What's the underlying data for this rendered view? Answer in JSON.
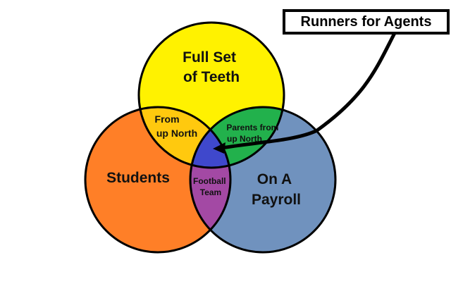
{
  "diagram": {
    "type": "venn-3",
    "sets": [
      {
        "id": "top",
        "label_lines": [
          "Full Set",
          "of Teeth"
        ],
        "color": "#FFF200"
      },
      {
        "id": "left",
        "label": "Students",
        "color": "#FF7F27"
      },
      {
        "id": "right",
        "label_lines": [
          "On A",
          "Payroll"
        ],
        "color": "#7092BE"
      }
    ],
    "intersections": [
      {
        "id": "top-left",
        "label_lines": [
          "From",
          "up North"
        ],
        "color": "#FFC90E"
      },
      {
        "id": "top-right",
        "label_lines": [
          "Parents from",
          "up North"
        ],
        "color": "#22B14C"
      },
      {
        "id": "left-right",
        "label_lines": [
          "Football",
          "Team"
        ],
        "color": "#A349A4"
      },
      {
        "id": "center",
        "label": "",
        "color": "#3F48CC"
      }
    ],
    "callout": {
      "label": "Runners for Agents",
      "points_to": "center"
    }
  }
}
